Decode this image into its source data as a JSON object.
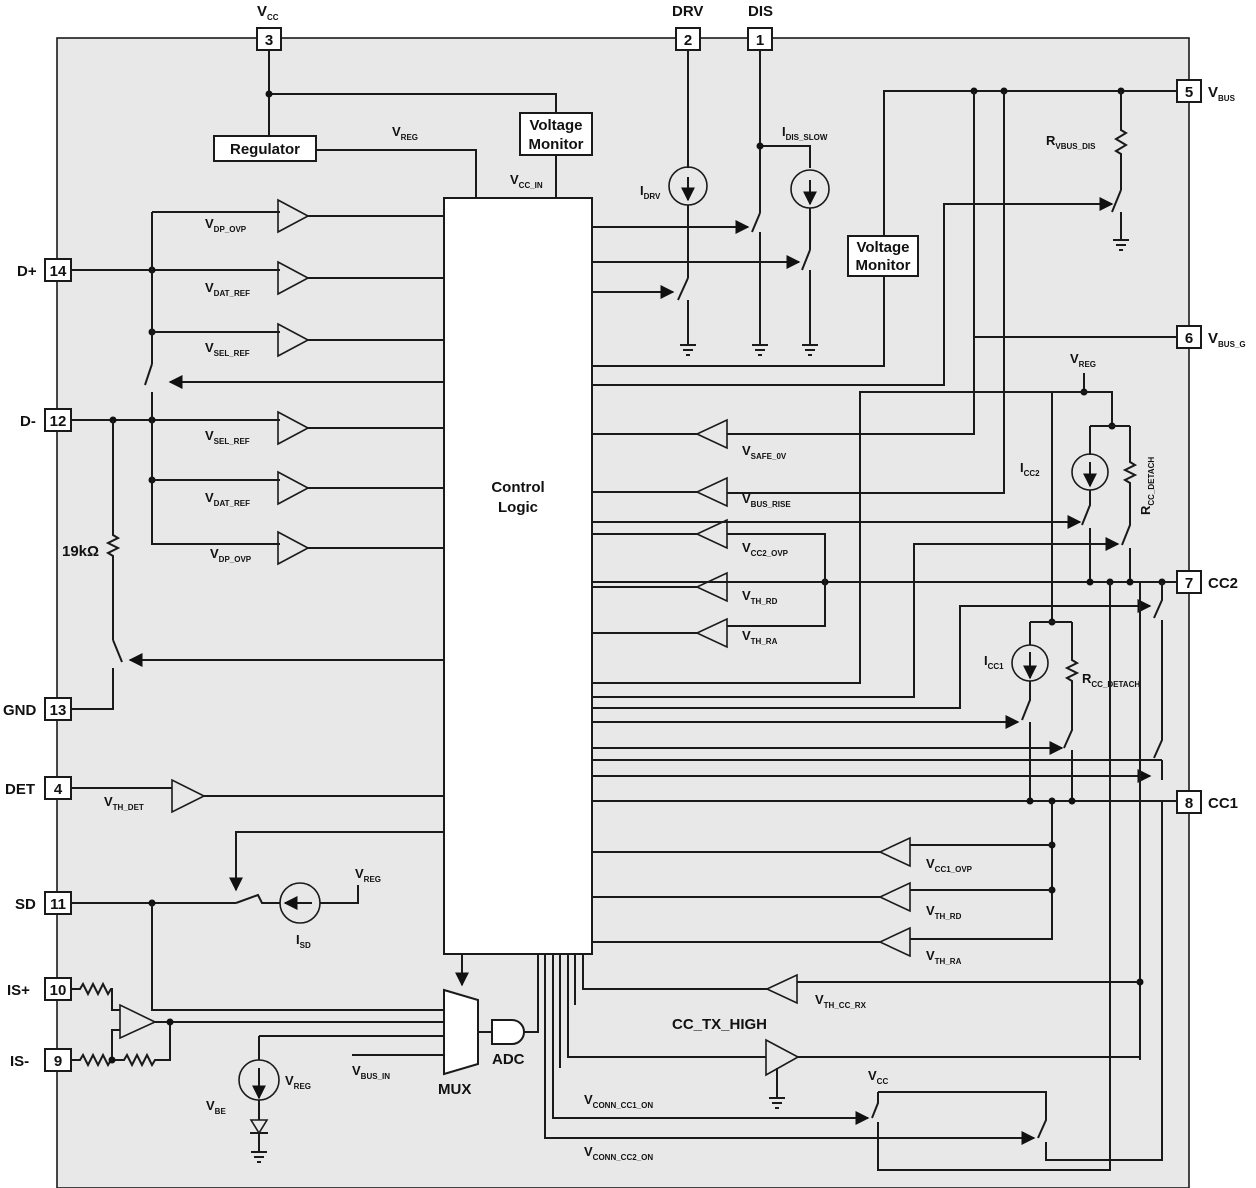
{
  "pins": {
    "vcc": {
      "num": "3",
      "name": "V",
      "sub": "CC"
    },
    "drv": {
      "num": "2",
      "name": "DRV"
    },
    "dis": {
      "num": "1",
      "name": "DIS"
    },
    "vbus": {
      "num": "5",
      "name": "V",
      "sub": "BUS"
    },
    "vbus_g": {
      "num": "6",
      "name": "V",
      "sub": "BUS_G"
    },
    "cc2": {
      "num": "7",
      "name": "CC2"
    },
    "cc1": {
      "num": "8",
      "name": "CC1"
    },
    "dp": {
      "num": "14",
      "name": "D+"
    },
    "dm": {
      "num": "12",
      "name": "D-"
    },
    "gnd": {
      "num": "13",
      "name": "GND"
    },
    "det": {
      "num": "4",
      "name": "DET"
    },
    "sd": {
      "num": "11",
      "name": "SD"
    },
    "isp": {
      "num": "10",
      "name": "IS+"
    },
    "ism": {
      "num": "9",
      "name": "IS-"
    }
  },
  "blocks": {
    "regulator": "Regulator",
    "vmon1_a": "Voltage",
    "vmon1_b": "Monitor",
    "vmon2_a": "Voltage",
    "vmon2_b": "Monitor",
    "control_a": "Control",
    "control_b": "Logic",
    "mux": "MUX",
    "adc": "ADC",
    "resistor_19k": "19kΩ",
    "cc_tx_high": "CC_TX_HIGH"
  },
  "signals": {
    "vreg_top": {
      "main": "V",
      "sub": "REG"
    },
    "vcc_in": {
      "main": "V",
      "sub": "CC_IN"
    },
    "idrv": {
      "main": "I",
      "sub": "DRV"
    },
    "idis_slow": {
      "main": "I",
      "sub": "DIS_SLOW"
    },
    "rvbus_dis": {
      "main": "R",
      "sub": "VBUS_DIS"
    },
    "vdp_ovp1": {
      "main": "V",
      "sub": "DP_OVP"
    },
    "vdat_ref1": {
      "main": "V",
      "sub": "DAT_REF"
    },
    "vsel_ref1": {
      "main": "V",
      "sub": "SEL_REF"
    },
    "vsel_ref2": {
      "main": "V",
      "sub": "SEL_REF"
    },
    "vdat_ref2": {
      "main": "V",
      "sub": "DAT_REF"
    },
    "vdp_ovp2": {
      "main": "V",
      "sub": "DP_OVP"
    },
    "vreg_cc": {
      "main": "V",
      "sub": "REG"
    },
    "icc2": {
      "main": "I",
      "sub": "CC2"
    },
    "rcc_detach2": {
      "main": "R",
      "sub": "CC_DETACH"
    },
    "vsafe_0v": {
      "main": "V",
      "sub": "SAFE_0V"
    },
    "vbus_rise": {
      "main": "V",
      "sub": "BUS_RISE"
    },
    "vcc2_ovp": {
      "main": "V",
      "sub": "CC2_OVP"
    },
    "vth_rd2": {
      "main": "V",
      "sub": "TH_RD"
    },
    "vth_ra2": {
      "main": "V",
      "sub": "TH_RA"
    },
    "icc1": {
      "main": "I",
      "sub": "CC1"
    },
    "rcc_detach1": {
      "main": "R",
      "sub": "CC_DETACH"
    },
    "vth_det": {
      "main": "V",
      "sub": "TH_DET"
    },
    "vreg_sd": {
      "main": "V",
      "sub": "REG"
    },
    "isd": {
      "main": "I",
      "sub": "SD"
    },
    "vcc1_ovp": {
      "main": "V",
      "sub": "CC1_OVP"
    },
    "vth_rd1": {
      "main": "V",
      "sub": "TH_RD"
    },
    "vth_ra1": {
      "main": "V",
      "sub": "TH_RA"
    },
    "vth_cc_rx": {
      "main": "V",
      "sub": "TH_CC_RX"
    },
    "vbus_in": {
      "main": "V",
      "sub": "BUS_IN"
    },
    "vbe": {
      "main": "V",
      "sub": "BE"
    },
    "vreg_be": {
      "main": "V",
      "sub": "REG"
    },
    "vcc_conn": {
      "main": "V",
      "sub": "CC"
    },
    "vconn_cc1_on": {
      "main": "V",
      "sub": "CONN_CC1_ON"
    },
    "vconn_cc2_on": {
      "main": "V",
      "sub": "CONN_CC2_ON"
    }
  }
}
